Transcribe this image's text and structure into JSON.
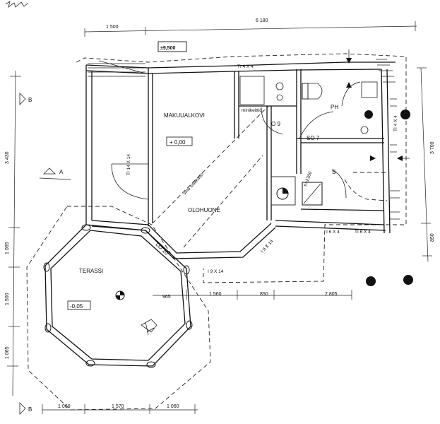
{
  "plan": {
    "level_marker": "±9,500",
    "section_marks": {
      "b_top": "B",
      "a": "A",
      "b_bottom": "B"
    },
    "rooms": {
      "alcove": "MAKUUALKOVI",
      "alcove_level": "+ 0,00",
      "living": "OLOHUONE",
      "kitchenette": "minikeittiö",
      "ph": "PH",
      "so": "SO 7",
      "s": "S",
      "terrace": "TERASSI",
      "terrace_level": "-0,05",
      "o9": "O 9",
      "lo10": "LO 10"
    },
    "notes": {
      "sloped_shelf": "vino sisäkatto",
      "h2300": "h=2300"
    },
    "window_tags": {
      "top": "TI 4 X 4",
      "right": "TI 4 X 4",
      "left": "TI 14 X 14",
      "bottom_a": "I 6 X 4",
      "bottom_b": "TI 6 X 4",
      "diag_right": "I 9 X 14",
      "front": "I 9 X 14"
    },
    "dimensions": {
      "top_left": "1 500",
      "top_total": "6 180",
      "left_a": "3 430",
      "left_b": "1 065",
      "left_c": "1 500",
      "left_d": "1 065",
      "right_a": "3 700",
      "right_b": "850",
      "mid_a": "965",
      "mid_b": "1 560",
      "mid_c": "850",
      "mid_d": "2 805",
      "bottom_a": "1 060",
      "bottom_b": "1 570",
      "bottom_c": "1 060"
    }
  }
}
